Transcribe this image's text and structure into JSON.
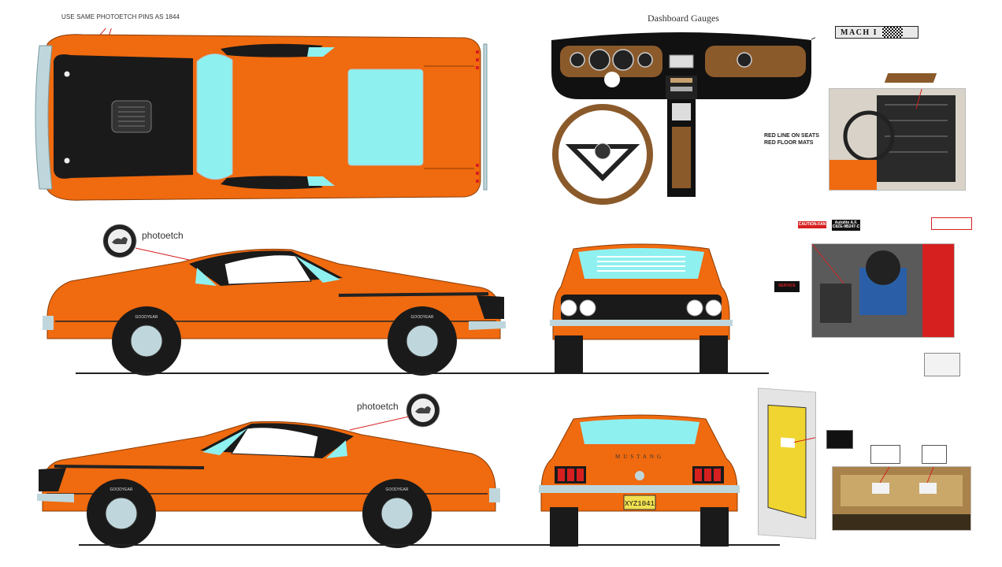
{
  "notes": {
    "photoetch_pins": "USE SAME PHOTOETCH PINS AS 1844",
    "dashboard_title": "Dashboard Gauges",
    "seat_line1": "RED LINE ON SEATS",
    "seat_line2": "RED FLOOR MATS"
  },
  "badges": {
    "mach1_plaque": "MACH I",
    "photoetch_upper": "photoetch",
    "photoetch_lower": "photoetch"
  },
  "decals": {
    "caution_fan": "CAUTION-FAN",
    "autolite": "Autolite A.F.\nC8ZE-9B247-C",
    "service": "SERVICE"
  },
  "plates": {
    "license": "XYZ1041",
    "tail_script": "MUSTANG"
  },
  "tires": {
    "brand": "GOODYEAR"
  },
  "colors": {
    "body_orange": "#F06A0F",
    "hood_black": "#1A1A1A",
    "glass_blue": "#8FF0F0",
    "chrome": "#BFD7DC",
    "wood": "#8B5A2B",
    "leader_red": "#D62020"
  }
}
